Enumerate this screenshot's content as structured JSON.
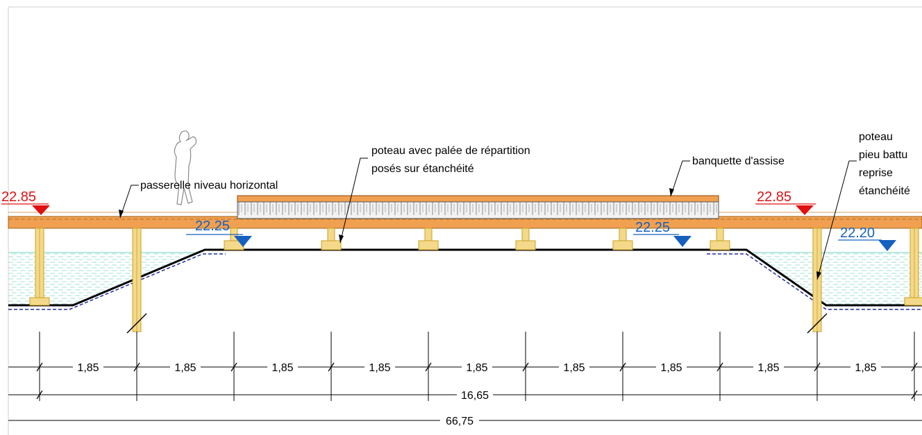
{
  "annotations": {
    "passerelle": "passerelle niveau horizontal",
    "poteau_palee_line1": "poteau avec palée de répartition",
    "poteau_palee_line2": "posés sur étanchéité",
    "banquette": "banquette d'assise",
    "right_line1": "poteau",
    "right_line2": "pieu battu",
    "right_line3": "reprise",
    "right_line4": "étanchéité"
  },
  "levels": {
    "left_red": "22.85",
    "right_red": "22.85",
    "blue_left": "22.25",
    "blue_mid": "22.25",
    "blue_right": "22.20"
  },
  "dimensions": {
    "bay": "1,85",
    "bay_count": 9,
    "total_inner": "16,65",
    "total_outer": "66,75"
  },
  "colors": {
    "deck": "#f0a050",
    "timber": "#f5d98a",
    "timber_stroke": "#c8a020",
    "water": "#9fe0d6",
    "level_red": "#e01010",
    "level_blue": "#1560c0"
  }
}
